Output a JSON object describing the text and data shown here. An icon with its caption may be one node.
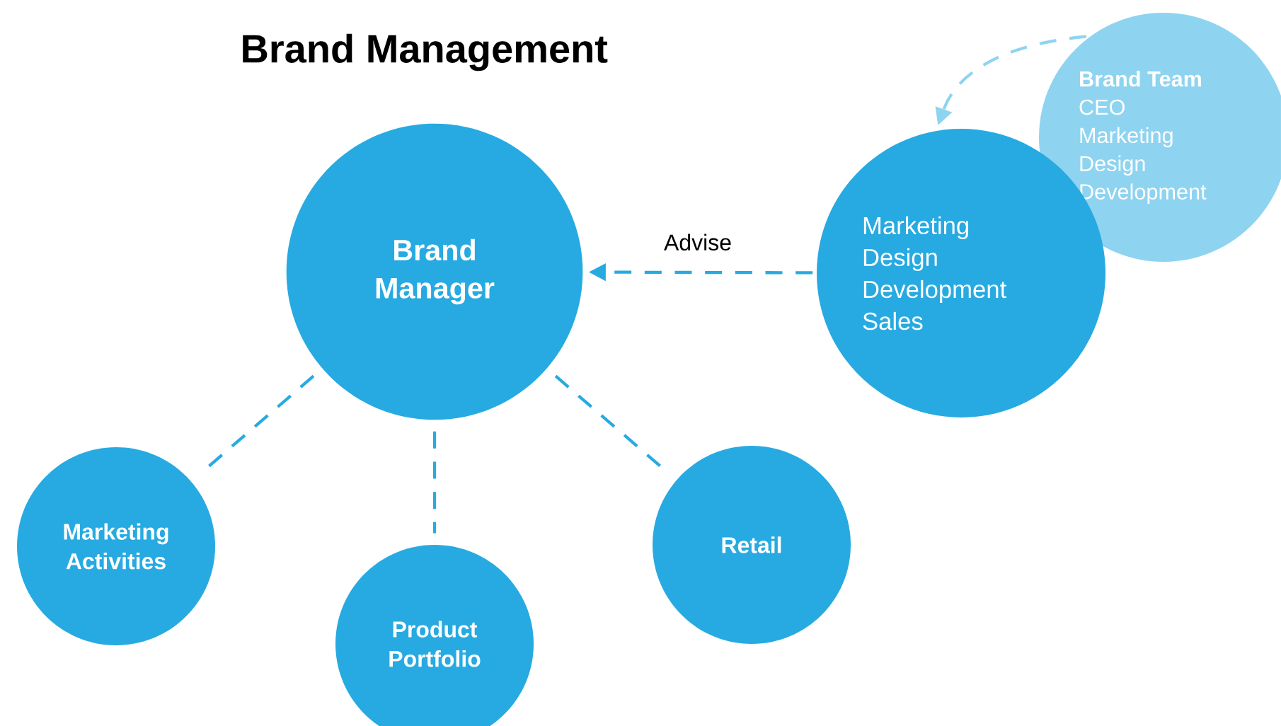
{
  "diagram": {
    "title": "Brand Management",
    "nodes": [
      {
        "text": [
          "Brand Manager"
        ]
      },
      {
        "text": [
          "Marketing",
          "Design",
          "Development",
          "Sales"
        ]
      },
      {
        "text": [
          "Brand Team",
          "CEO",
          "Marketing",
          "Design",
          "Development"
        ]
      },
      {
        "text": [
          "Marketing Activities"
        ]
      },
      {
        "text": [
          "Product Portfolio"
        ]
      },
      {
        "text": [
          "Retail"
        ]
      }
    ],
    "edges": [
      {
        "from": 1,
        "to": 0,
        "arrow": "to",
        "label": "Advise",
        "style": "dashed"
      },
      {
        "from": 0,
        "to": 3,
        "arrow": "none",
        "style": "dashed"
      },
      {
        "from": 0,
        "to": 4,
        "arrow": "none",
        "style": "dashed"
      },
      {
        "from": 0,
        "to": 5,
        "arrow": "none",
        "style": "dashed"
      },
      {
        "from": 2,
        "to": 1,
        "arrow": "to",
        "style": "dashed",
        "color": "#8ed4f0"
      }
    ]
  }
}
